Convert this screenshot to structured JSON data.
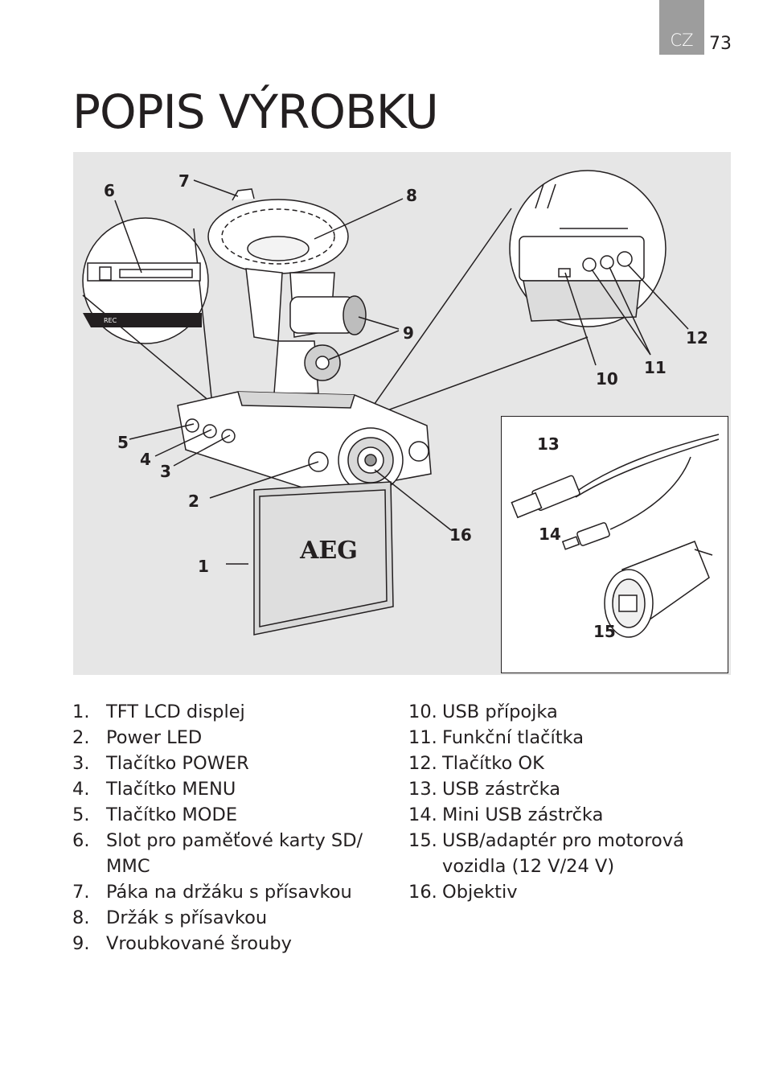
{
  "header": {
    "lang": "CZ",
    "page_number": "73"
  },
  "title": "POPIS VÝROBKU",
  "figure": {
    "callouts": [
      "1",
      "2",
      "3",
      "4",
      "5",
      "6",
      "7",
      "8",
      "9",
      "10",
      "11",
      "12",
      "13",
      "14",
      "15",
      "16"
    ],
    "camera_logo": "AEG",
    "slot_label": "REC"
  },
  "parts": [
    {
      "num": "1.",
      "text": "TFT LCD displej"
    },
    {
      "num": "2.",
      "text": "Power LED"
    },
    {
      "num": "3.",
      "text": "Tlačítko POWER"
    },
    {
      "num": "4.",
      "text": "Tlačítko MENU"
    },
    {
      "num": "5.",
      "text": "Tlačítko MODE"
    },
    {
      "num": "6.",
      "text": "Slot pro paměťové karty SD/ MMC"
    },
    {
      "num": "7.",
      "text": "Páka na držáku s přísavkou"
    },
    {
      "num": "8.",
      "text": "Držák s přísavkou"
    },
    {
      "num": "9.",
      "text": "Vroubkované šrouby"
    },
    {
      "num": "10.",
      "text": "USB přípojka"
    },
    {
      "num": "11.",
      "text": "Funkční tlačítka"
    },
    {
      "num": "12.",
      "text": "Tlačítko OK"
    },
    {
      "num": "13.",
      "text": "USB zástrčka"
    },
    {
      "num": "14.",
      "text": "Mini USB zástrčka"
    },
    {
      "num": "15.",
      "text": "USB/adaptér pro motorová vozidla (12 V/24 V)"
    },
    {
      "num": "16.",
      "text": "Objektiv"
    }
  ]
}
